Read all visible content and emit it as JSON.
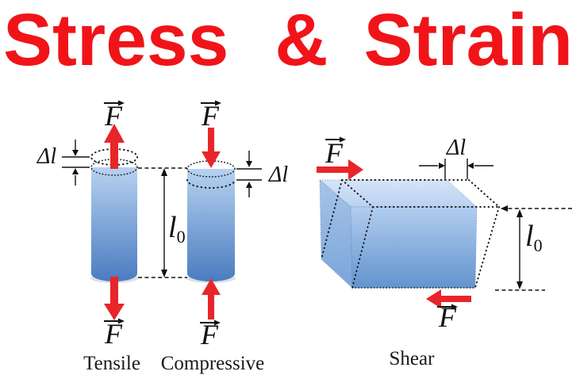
{
  "title": {
    "word_left": "Stress",
    "ampersand": "&",
    "word_right": "Strain",
    "color": "#f01419"
  },
  "labels": {
    "force": "F",
    "delta_l": "Δl",
    "l_zero_main": "l",
    "l_zero_sub": "0"
  },
  "captions": {
    "tensile": "Tensile",
    "compressive": "Compressive",
    "shear": "Shear"
  },
  "colors": {
    "arrow_red": "#e82629",
    "cylinder_light": "#b7d2f0",
    "cylinder_dark": "#4a7cc0",
    "ellipse_fill": "#c3d9f2",
    "block_top_light": "#d6e4f7",
    "block_top_dark": "#b9d2f0",
    "block_left_light": "#a6c4e9",
    "block_left_dark": "#7aa5da",
    "block_front_light": "#b2cdef",
    "block_front_dark": "#6394ce"
  }
}
